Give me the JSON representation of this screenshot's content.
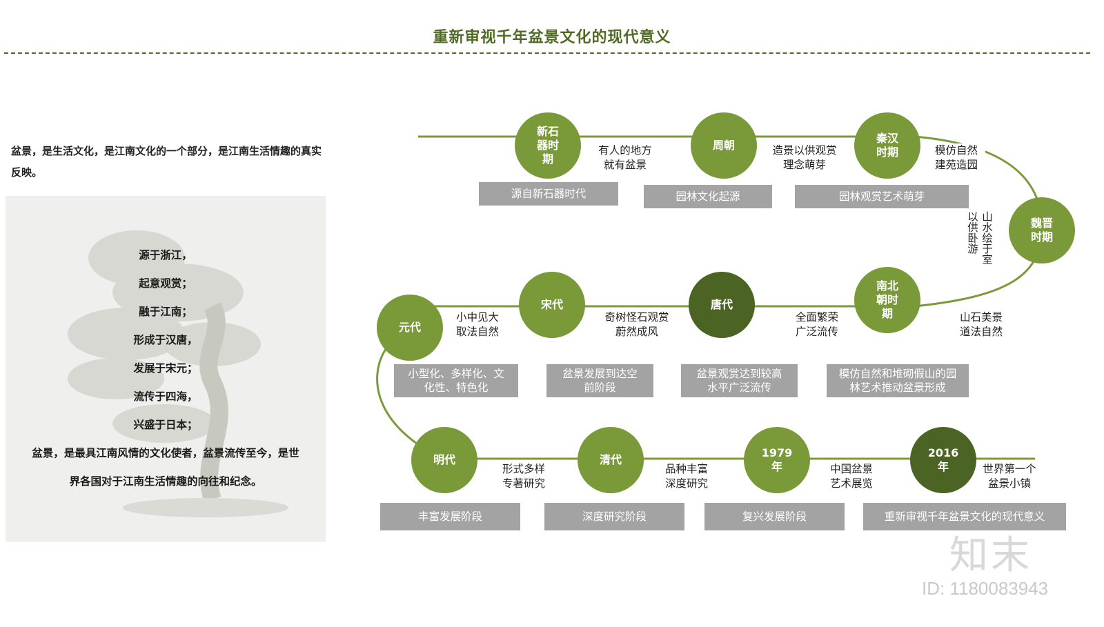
{
  "title": "重新审视千年盆景文化的现代意义",
  "intro": "盆景，是生活文化，是江南文化的一个部分，是江南生活情趣的真实反映。",
  "verses": [
    "源于浙江，",
    "起意观赏；",
    "融于江南；",
    "形成于汉唐，",
    "发展于宋元；",
    "流传于四海，",
    "兴盛于日本；"
  ],
  "closing": [
    "盆景，是最具江南风情的文化使者，盆景流传至今，是世",
    "界各国对于江南生活情趣的向往和纪念。"
  ],
  "nodes": [
    {
      "label": "新石\n器时\n期",
      "tone": "light"
    },
    {
      "label": "周朝",
      "tone": "light"
    },
    {
      "label": "秦汉\n时期",
      "tone": "light"
    },
    {
      "label": "魏晋\n时期",
      "tone": "light"
    },
    {
      "label": "南北\n朝时\n期",
      "tone": "light"
    },
    {
      "label": "唐代",
      "tone": "dark"
    },
    {
      "label": "宋代",
      "tone": "light"
    },
    {
      "label": "元代",
      "tone": "light"
    },
    {
      "label": "明代",
      "tone": "light"
    },
    {
      "label": "清代",
      "tone": "light"
    },
    {
      "label": "1979\n年",
      "tone": "light"
    },
    {
      "label": "2016\n年",
      "tone": "dark"
    }
  ],
  "notes": [
    "有人的地方\n就有盆景",
    "造景以供观赏\n理念萌芽",
    "模仿自然\n建苑造园",
    "山水绘于室\n以供卧游",
    "山石美景\n道法自然",
    "全面繁荣\n广泛流传",
    "奇树怪石观赏\n蔚然成风",
    "小中见大\n取法自然",
    "形式多样\n专著研究",
    "品种丰富\n深度研究",
    "中国盆景\n艺术展览",
    "世界第一个\n盆景小镇"
  ],
  "stages": [
    "源自新石器时代",
    "园林文化起源",
    "园林观赏艺术萌芽",
    "模仿自然和堆砌假山的园\n林艺术推动盆景形成",
    "盆景观赏达到较高\n水平广泛流传",
    "盆景发展到达空\n前阶段",
    "小型化、多样化、文\n化性、特色化",
    "丰富发展阶段",
    "深度研究阶段",
    "复兴发展阶段",
    "重新审视千年盆景文化的现代意义"
  ],
  "watermark": {
    "brand": "知末",
    "id": "ID: 1180083943"
  },
  "colors": {
    "accent": "#4f6b24",
    "node": "#7a9a3a",
    "node_dark": "#4b6423",
    "stage": "#a3a3a3"
  }
}
